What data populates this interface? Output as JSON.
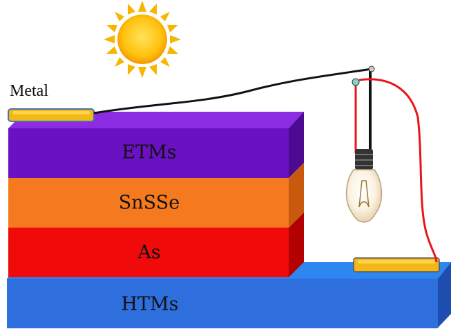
{
  "labels": {
    "metal": "Metal",
    "etms": "ETMs",
    "snsse": "SnSSe",
    "as": "As",
    "htms": "HTMs"
  },
  "colors": {
    "etms_front": "#6A12C2",
    "etms_top": "#8B2BE2",
    "etms_side": "#4B0A8F",
    "snsse_front": "#F57A1F",
    "snsse_side": "#C85A10",
    "as_front": "#F00A0A",
    "as_side": "#B30000",
    "htms_front": "#2F6FDD",
    "htms_top": "#2E86F0",
    "htms_side": "#1E4FB0",
    "metal_contact": "#F2B818",
    "wire_black": "#111111",
    "wire_red": "#E8141C",
    "sun": "#FFC20E"
  },
  "icons": {
    "sun": "sun-icon",
    "bulb": "light-bulb-icon"
  }
}
